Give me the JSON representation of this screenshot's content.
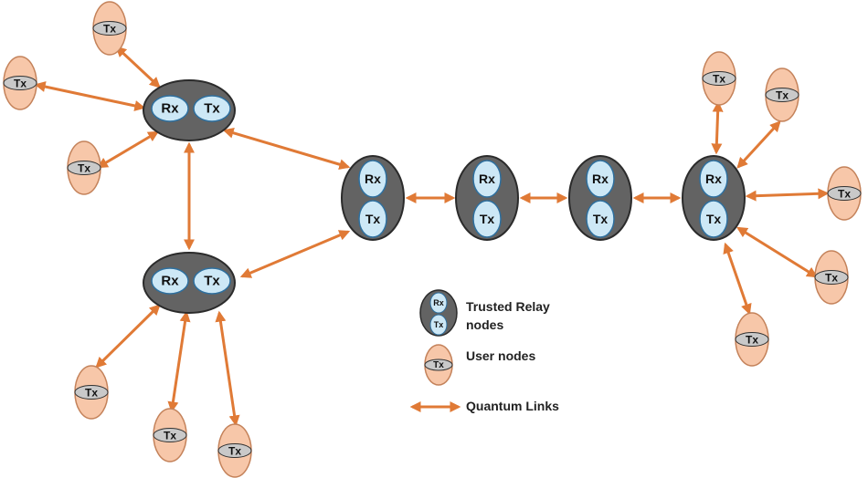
{
  "labels": {
    "rx": "Rx",
    "tx": "Tx"
  },
  "colors": {
    "relay_fill": "#636363",
    "relay_stroke": "#2b2b2b",
    "inner_fill": "#cde8f6",
    "inner_stroke": "#2e6f9e",
    "user_fill": "#f7c7a9",
    "user_stroke": "#c4825a",
    "user_band": "#c9c9c9",
    "link": "#e07a36"
  },
  "legend": {
    "relay_line1": "Trusted Relay",
    "relay_line2": "nodes",
    "user": "User nodes",
    "link": "Quantum Links"
  }
}
